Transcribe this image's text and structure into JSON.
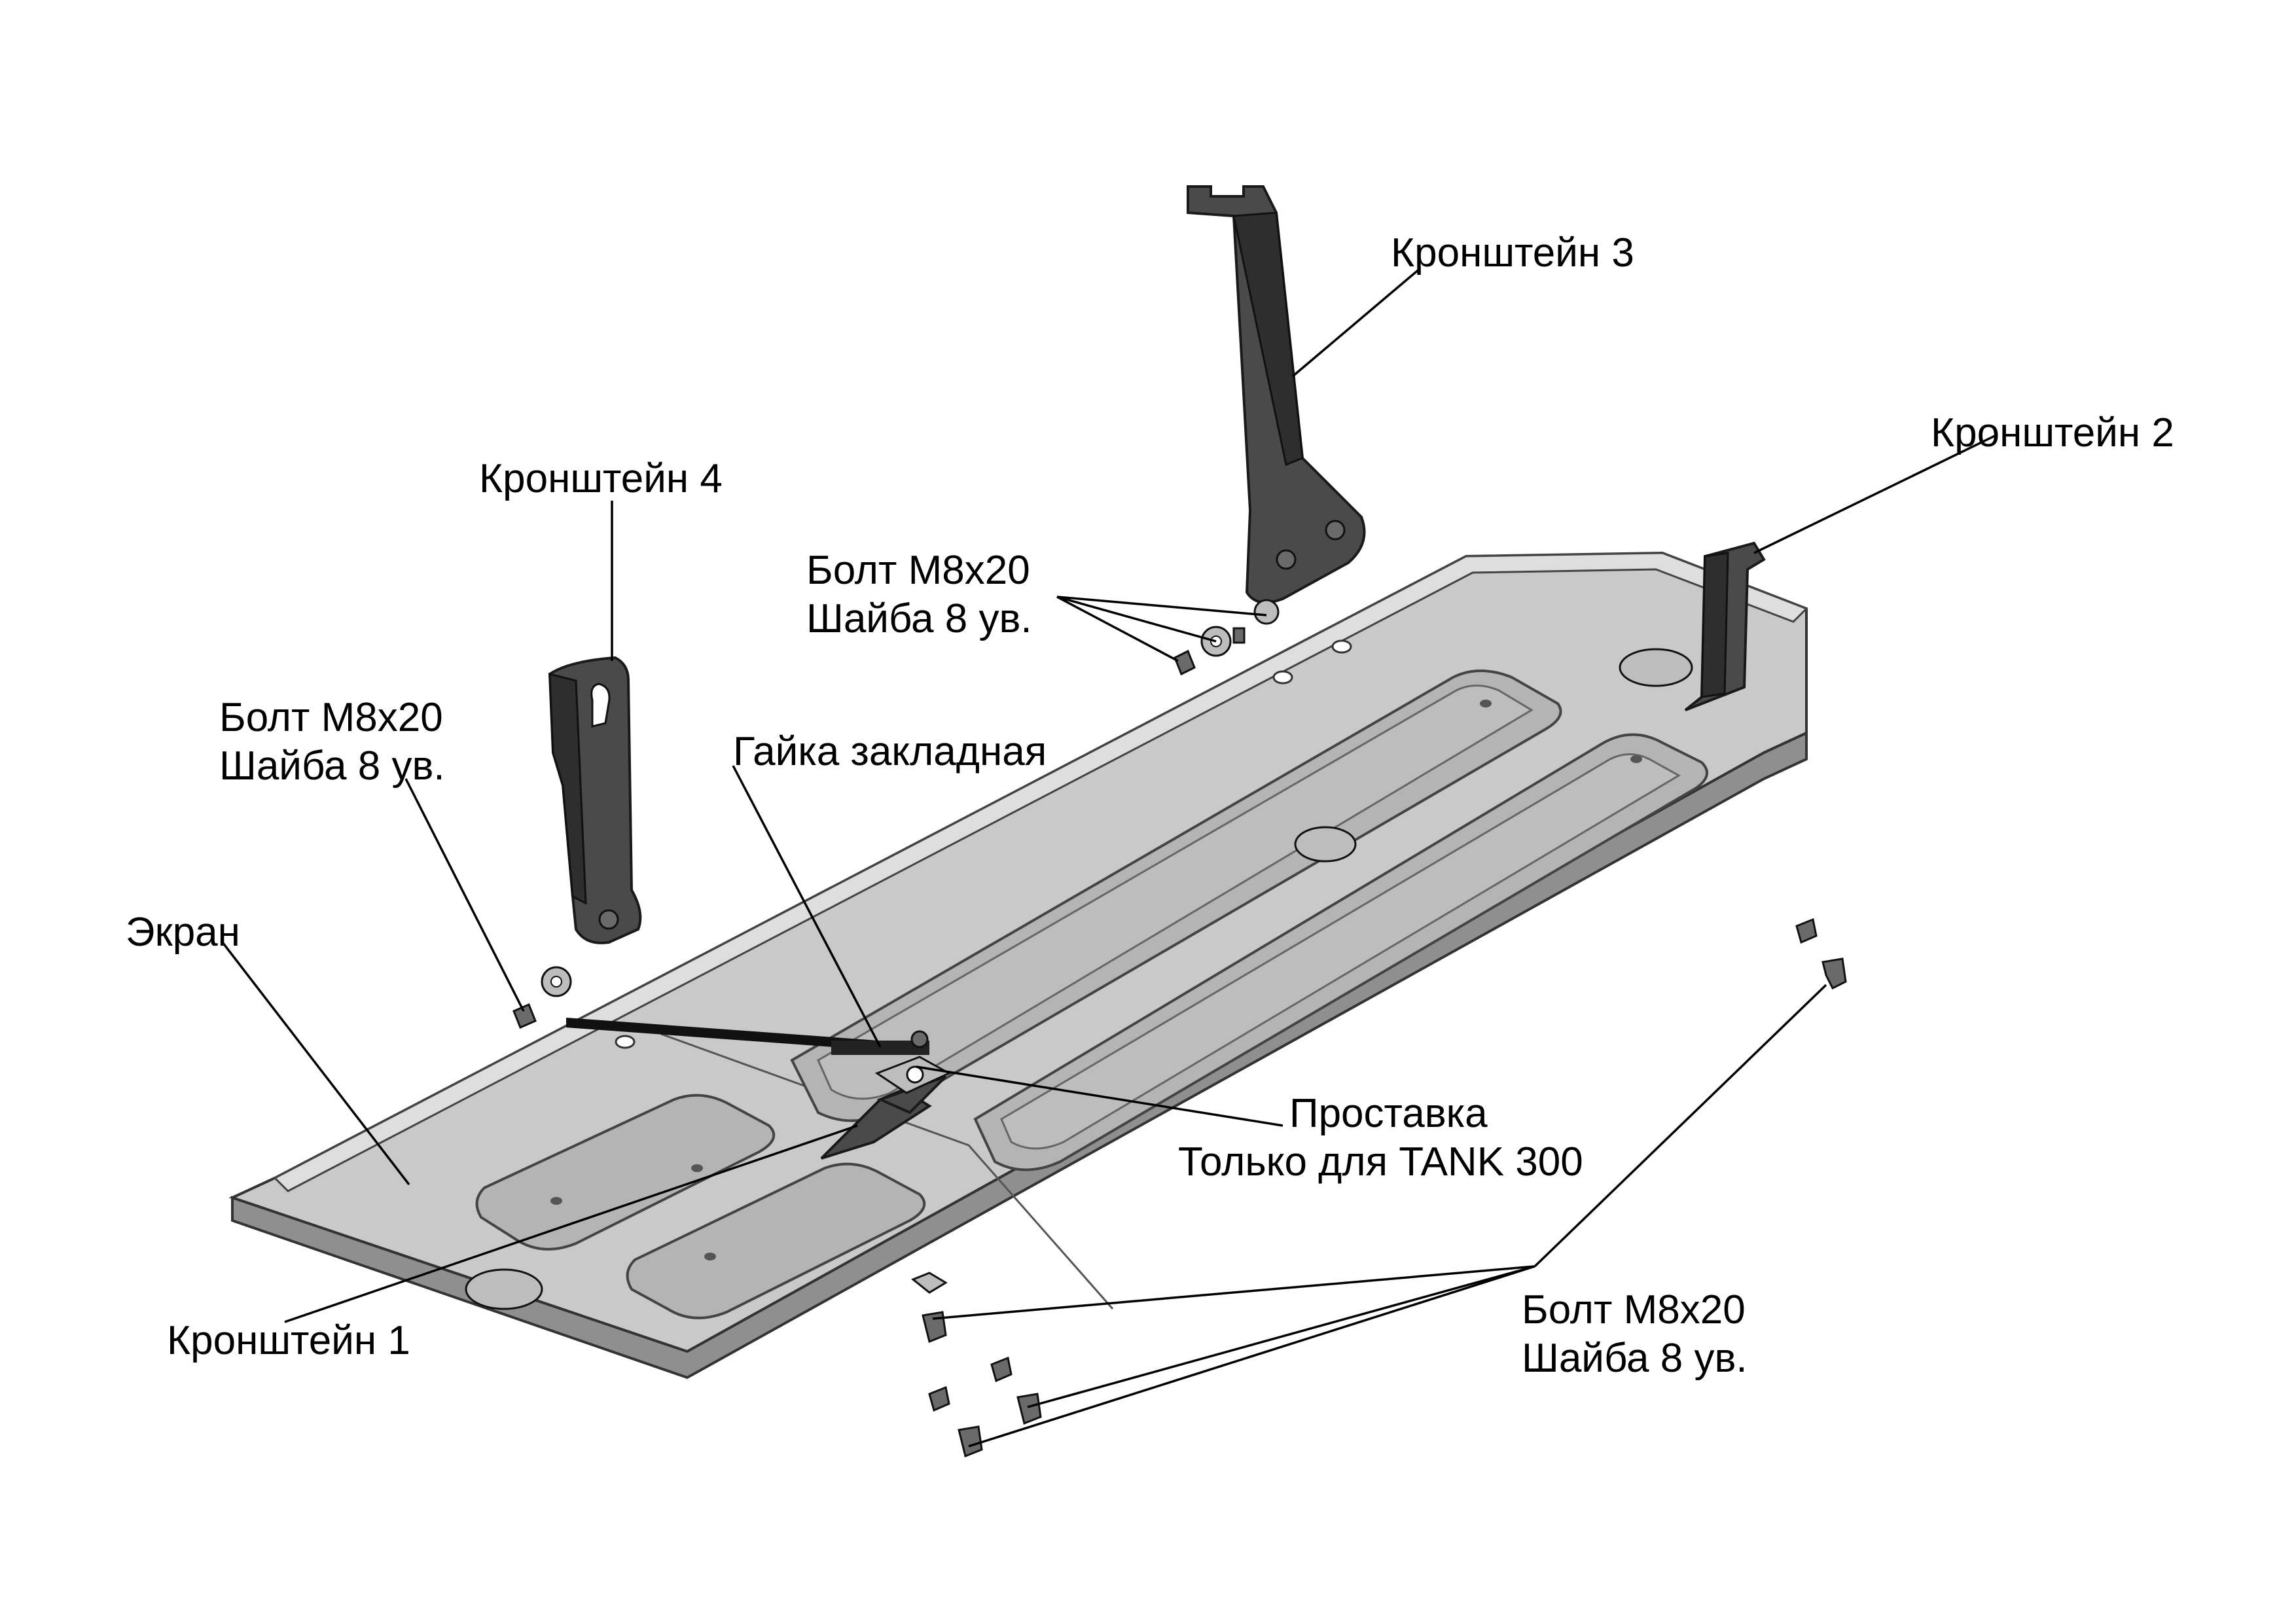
{
  "labels": {
    "bracket3": "Кронштейн 3",
    "bracket2": "Кронштейн 2",
    "bracket4": "Кронштейн 4",
    "bracket1": "Кронштейн 1",
    "screen": "Экран",
    "embedded_nut": "Гайка закладная",
    "spacer_line1": "Проставка",
    "spacer_line2": "Только для TANK 300",
    "fastener_a_line1": "Болт М8х20",
    "fastener_a_line2": "Шайба 8 ув.",
    "fastener_b_line1": "Болт М8х20",
    "fastener_b_line2": "Шайба 8 ув.",
    "fastener_c_line1": "Болт М8х20",
    "fastener_c_line2": "Шайба 8 ув."
  },
  "colors": {
    "plate": "#c9c9c9",
    "bracket": "#4a4a4a",
    "line": "#000000"
  }
}
